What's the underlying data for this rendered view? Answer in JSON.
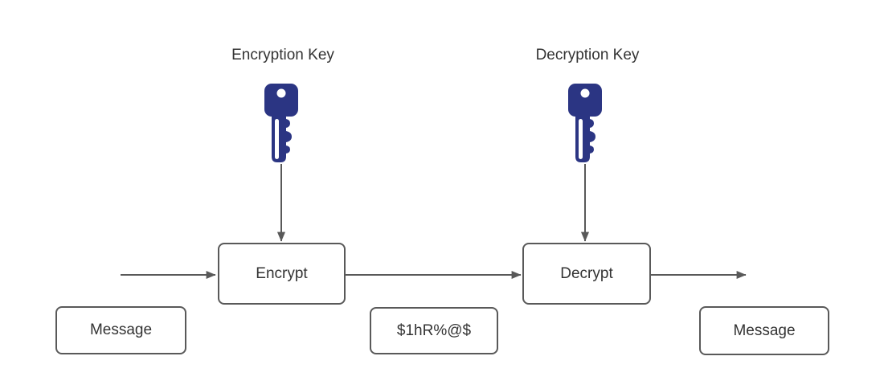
{
  "diagram": {
    "key_labels": {
      "encryption_key": "Encryption Key",
      "decryption_key": "Decryption Key"
    },
    "nodes": {
      "encrypt": "Encrypt",
      "decrypt": "Decrypt",
      "message_in": "Message",
      "ciphertext": "$1hR%@$",
      "message_out": "Message"
    },
    "icons": {
      "encryption_key": "key-icon",
      "decryption_key": "key-icon"
    }
  },
  "colors": {
    "key-fill": "#2b3583",
    "connector": "#595959",
    "node-border": "#595959",
    "node-text": "#333333",
    "label-text": "#333333",
    "canvas-bg": "#ffffff"
  }
}
